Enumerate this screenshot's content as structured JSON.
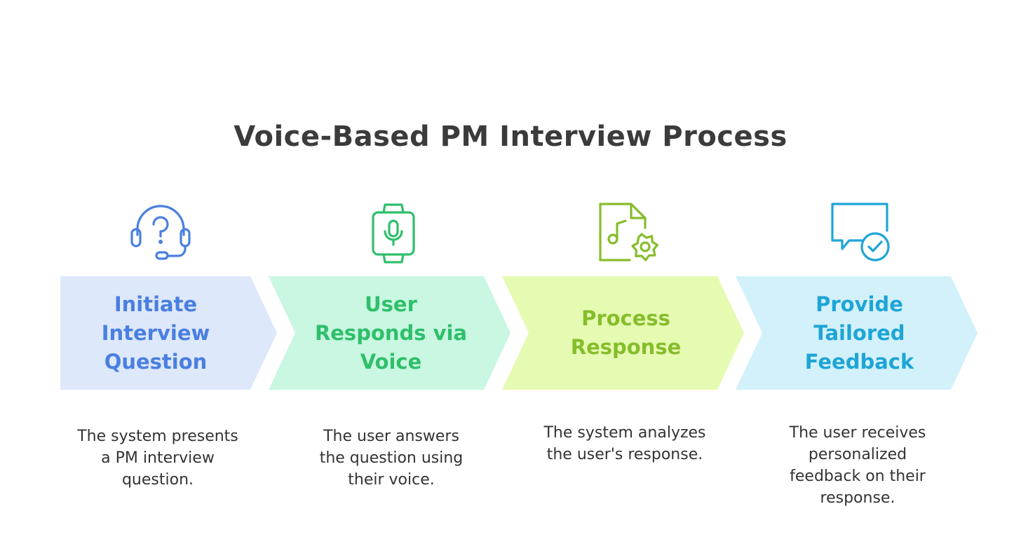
{
  "title": "Voice-Based PM Interview Process",
  "steps": [
    {
      "label_lines": [
        "Initiate",
        "Interview",
        "Question"
      ],
      "description_lines": [
        "The system presents",
        "a PM interview",
        "question."
      ],
      "icon": "headset-question-icon",
      "text_color": "#4a7fe0",
      "fill_color": "#dde8fb"
    },
    {
      "label_lines": [
        "User",
        "Responds via",
        "Voice"
      ],
      "description_lines": [
        "The user answers",
        "the question using",
        "their voice."
      ],
      "icon": "smartwatch-microphone-icon",
      "text_color": "#2fbf6b",
      "fill_color": "#c9f7e1"
    },
    {
      "label_lines": [
        "Process",
        "Response"
      ],
      "description_lines": [
        "The system analyzes",
        "the user's response."
      ],
      "icon": "audio-file-gear-icon",
      "text_color": "#86bd2b",
      "fill_color": "#e6fbb2"
    },
    {
      "label_lines": [
        "Provide",
        "Tailored",
        "Feedback"
      ],
      "description_lines": [
        "The user receives",
        "personalized",
        "feedback on their",
        "response."
      ],
      "icon": "chat-check-icon",
      "text_color": "#1ea5d6",
      "fill_color": "#d3f1fb"
    }
  ]
}
